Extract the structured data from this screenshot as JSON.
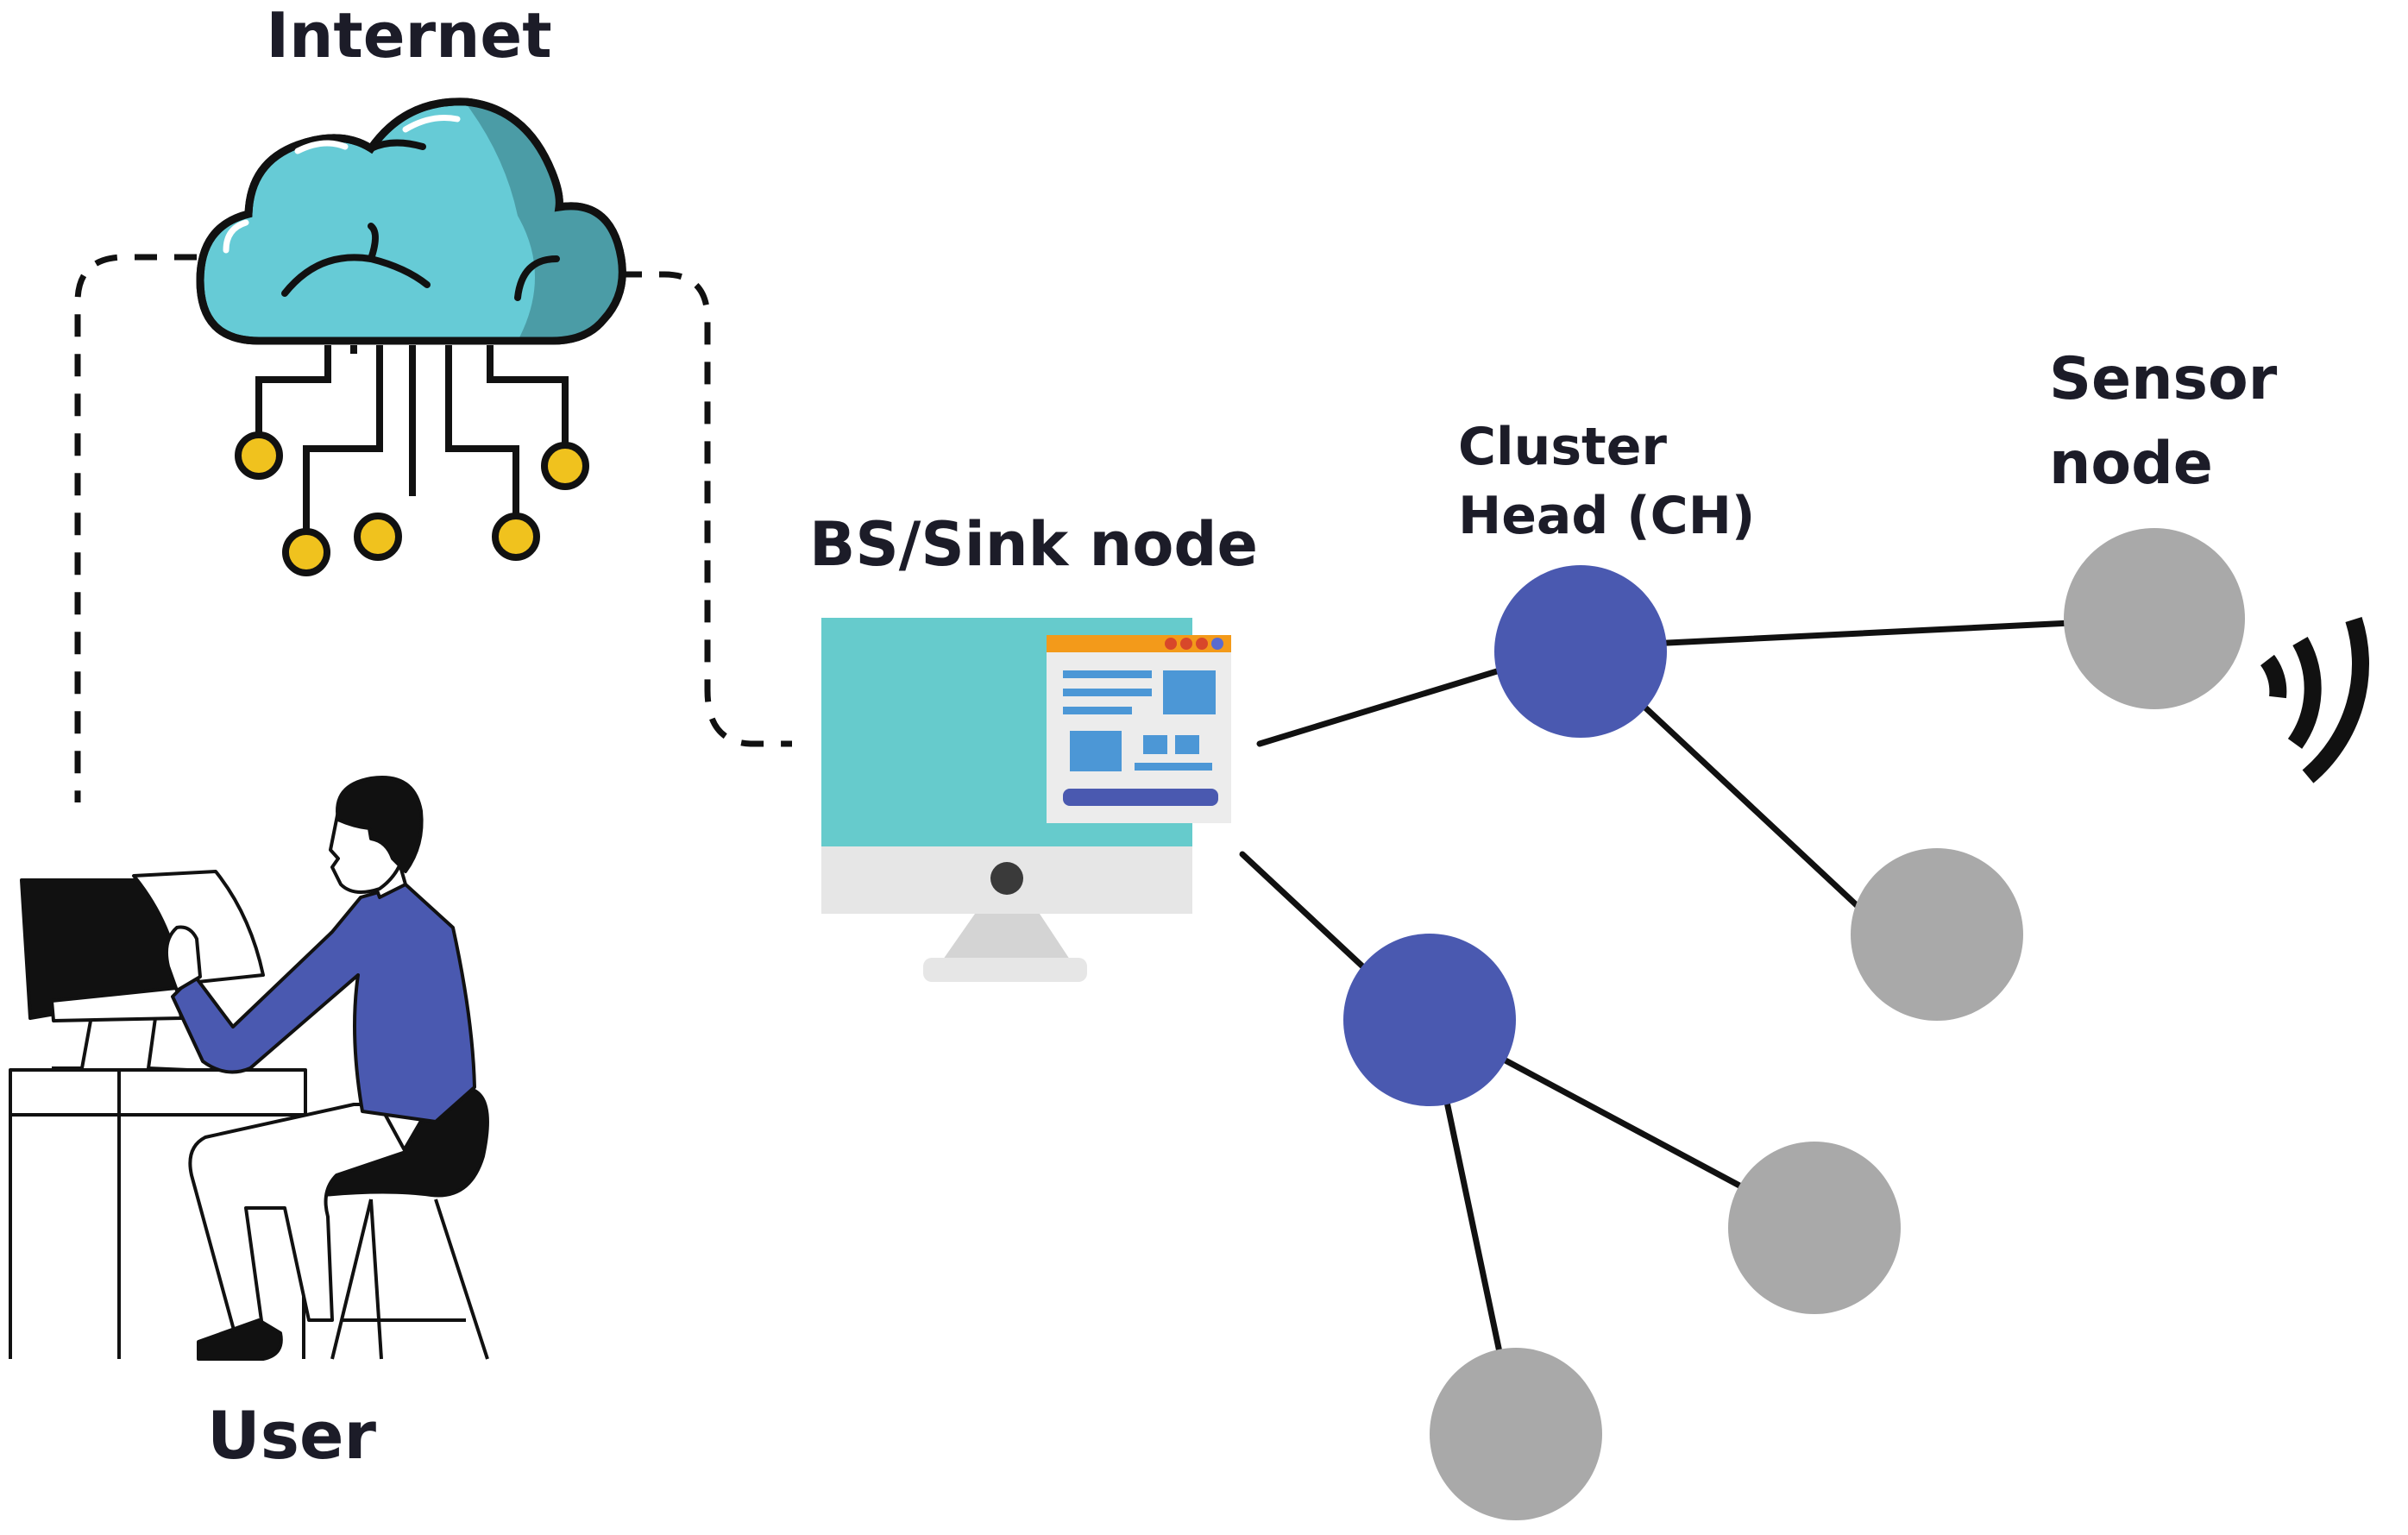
{
  "labels": {
    "internet": "Internet",
    "bs_sink_node": "BS/Sink node",
    "cluster_head_line1": "Cluster",
    "cluster_head_line2": "Head (CH)",
    "sensor_node_line1": "Sensor",
    "sensor_node_line2": "node",
    "user": "User"
  },
  "colors": {
    "cluster_head": "#4A59B0",
    "sensor_node": "#A9A9A9",
    "cloud_light": "#66CBD6",
    "cloud_dark": "#4897A1",
    "circuit_dot": "#F0C21E",
    "monitor_screen": "#66CBCC",
    "window_titlebar": "#F39A1A",
    "window_block": "#4C97D6",
    "user_shirt": "#4A59B0",
    "line": "#111111"
  },
  "icons": [
    "cloud-icon",
    "circuit-icon",
    "monitor-icon",
    "user-at-desk-icon",
    "wireless-signal-icon"
  ]
}
